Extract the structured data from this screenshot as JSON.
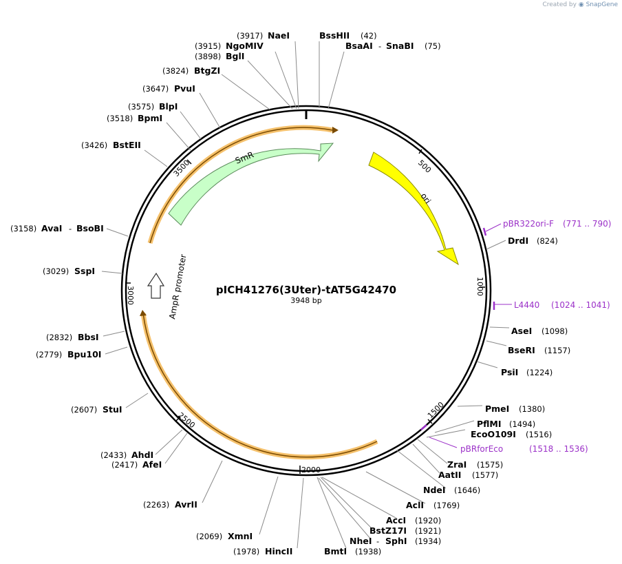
{
  "credit": {
    "prefix": "Created by",
    "brand": "SnapGene"
  },
  "plasmid": {
    "name": "pICH41276(3Uter)-tAT5G42470",
    "length_label": "3948 bp",
    "length": 3948
  },
  "ticks": [
    {
      "pos": 500,
      "label": "500"
    },
    {
      "pos": 1000,
      "label": "1000"
    },
    {
      "pos": 1500,
      "label": "1500"
    },
    {
      "pos": 2000,
      "label": "2000"
    },
    {
      "pos": 2500,
      "label": "2500"
    },
    {
      "pos": 3000,
      "label": "3000"
    },
    {
      "pos": 3500,
      "label": "3500"
    }
  ],
  "features": [
    {
      "id": "smr",
      "label": "SmR",
      "color": "#c8ffc8",
      "stroke": "#5a8a5a"
    },
    {
      "id": "ori",
      "label": "ori",
      "color": "#ffff00",
      "stroke": "#8a8a00"
    },
    {
      "id": "ampr-promoter",
      "label": "AmpR promoter",
      "color": "#ffffff",
      "stroke": "#333333"
    }
  ],
  "primers": [
    {
      "name": "pBR322ori-F",
      "range": "(771 .. 790)"
    },
    {
      "name": "L4440",
      "range": "(1024 .. 1041)"
    },
    {
      "name": "pBRforEco",
      "range": "(1518 .. 1536)"
    }
  ],
  "enzymes": [
    {
      "id": "nae",
      "pos": "(3917)",
      "name": "NaeI"
    },
    {
      "id": "bsshii",
      "name": "BssHII",
      "pos": "(42)"
    },
    {
      "id": "ngomiv",
      "pos": "(3915)",
      "name": "NgoMIV"
    },
    {
      "id": "bsaai",
      "name": "BsaAI",
      "sep": "-",
      "name2": "SnaBI",
      "pos": "(75)"
    },
    {
      "id": "bgli",
      "pos": "(3898)",
      "name": "BglI"
    },
    {
      "id": "btgzi",
      "pos": "(3824)",
      "name": "BtgZI"
    },
    {
      "id": "pvui",
      "pos": "(3647)",
      "name": "PvuI"
    },
    {
      "id": "blpi",
      "pos": "(3575)",
      "name": "BlpI"
    },
    {
      "id": "bpmi",
      "pos": "(3518)",
      "name": "BpmI"
    },
    {
      "id": "bsteii",
      "pos": "(3426)",
      "name": "BstEII"
    },
    {
      "id": "avai",
      "pos": "(3158)",
      "name": "AvaI",
      "sep": "-",
      "name2": "BsoBI"
    },
    {
      "id": "sspi",
      "pos": "(3029)",
      "name": "SspI"
    },
    {
      "id": "bbsi",
      "pos": "(2832)",
      "name": "BbsI"
    },
    {
      "id": "bpu10i",
      "pos": "(2779)",
      "name": "Bpu10I"
    },
    {
      "id": "stui",
      "pos": "(2607)",
      "name": "StuI"
    },
    {
      "id": "ahdi",
      "pos": "(2433)",
      "name": "AhdI"
    },
    {
      "id": "afei",
      "pos": "(2417)",
      "name": "AfeI"
    },
    {
      "id": "avrii",
      "pos": "(2263)",
      "name": "AvrII"
    },
    {
      "id": "xmni",
      "pos": "(2069)",
      "name": "XmnI"
    },
    {
      "id": "hincii",
      "pos": "(1978)",
      "name": "HincII"
    },
    {
      "id": "bmti",
      "name": "BmtI",
      "pos": "(1938)"
    },
    {
      "id": "nhei",
      "name": "NheI",
      "sep": "-",
      "name2": "SphI",
      "pos": "(1934)"
    },
    {
      "id": "bstz17i",
      "name": "BstZ17I",
      "pos": "(1921)"
    },
    {
      "id": "acci",
      "name": "AccI",
      "pos": "(1920)"
    },
    {
      "id": "acli",
      "name": "AclI",
      "pos": "(1769)"
    },
    {
      "id": "ndei",
      "name": "NdeI",
      "pos": "(1646)"
    },
    {
      "id": "aatii",
      "name": "AatII",
      "pos": "(1577)"
    },
    {
      "id": "zrai",
      "name": "ZraI",
      "pos": "(1575)"
    },
    {
      "id": "eco0109i",
      "name": "EcoO109I",
      "pos": "(1516)"
    },
    {
      "id": "pflmi",
      "name": "PflMI",
      "pos": "(1494)"
    },
    {
      "id": "pmei",
      "name": "PmeI",
      "pos": "(1380)"
    },
    {
      "id": "psii",
      "name": "PsiI",
      "pos": "(1224)"
    },
    {
      "id": "bseri",
      "name": "BseRI",
      "pos": "(1157)"
    },
    {
      "id": "asei",
      "name": "AseI",
      "pos": "(1098)"
    },
    {
      "id": "drdi",
      "name": "DrdI",
      "pos": "(824)"
    }
  ]
}
